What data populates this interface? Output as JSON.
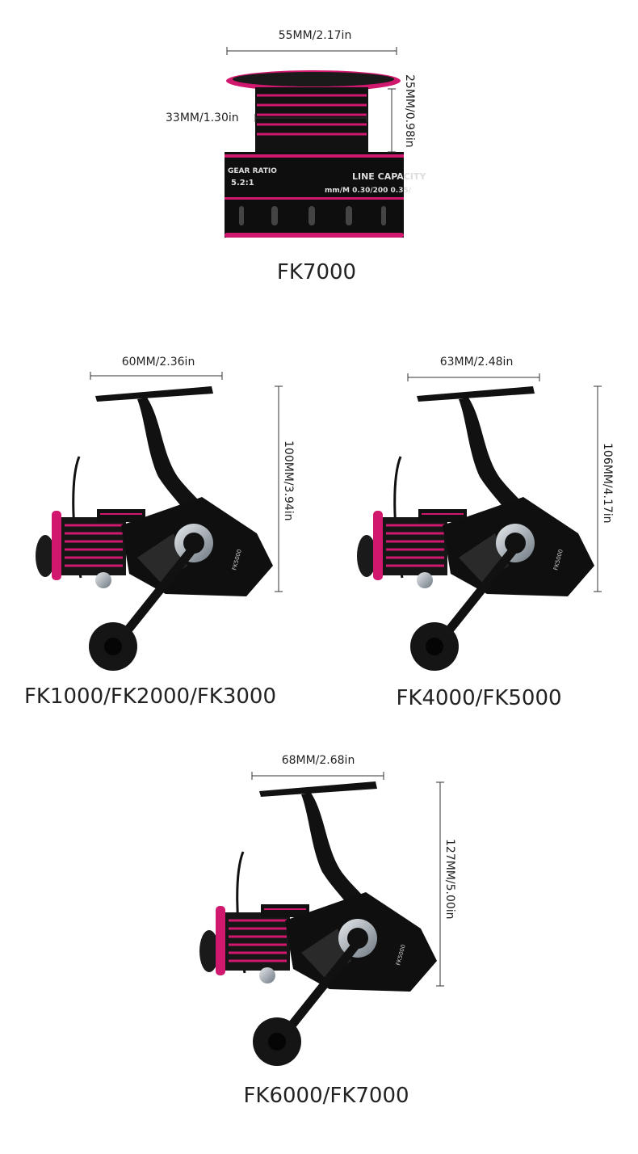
{
  "spool": {
    "model": "FK7000",
    "diameter_label": "55MM/2.17in",
    "inner_diameter_label": "33MM/1.30in",
    "height_label": "25MM/0.98in",
    "printed_text": {
      "gear_ratio_title": "GEAR RATIO",
      "gear_ratio_value": "5.2:1",
      "line_capacity_title": "LINE CAPACITY",
      "line_capacity_value": "mm/M 0.30/200 0.35/"
    }
  },
  "reels": [
    {
      "models": "FK1000/FK2000/FK3000",
      "width_label": "60MM/2.36in",
      "height_label": "100MM/3.94in",
      "body_text": "FK5000"
    },
    {
      "models": "FK4000/FK5000",
      "width_label": "63MM/2.48in",
      "height_label": "106MM/4.17in",
      "body_text": "FK5000"
    },
    {
      "models": "FK6000/FK7000",
      "width_label": "68MM/2.68in",
      "height_label": "127MM/5.00in",
      "body_text": "FK5000"
    }
  ],
  "colors": {
    "accent_pink": "#d0186e",
    "body_black": "#111111",
    "silver": "#9aa4ad"
  }
}
